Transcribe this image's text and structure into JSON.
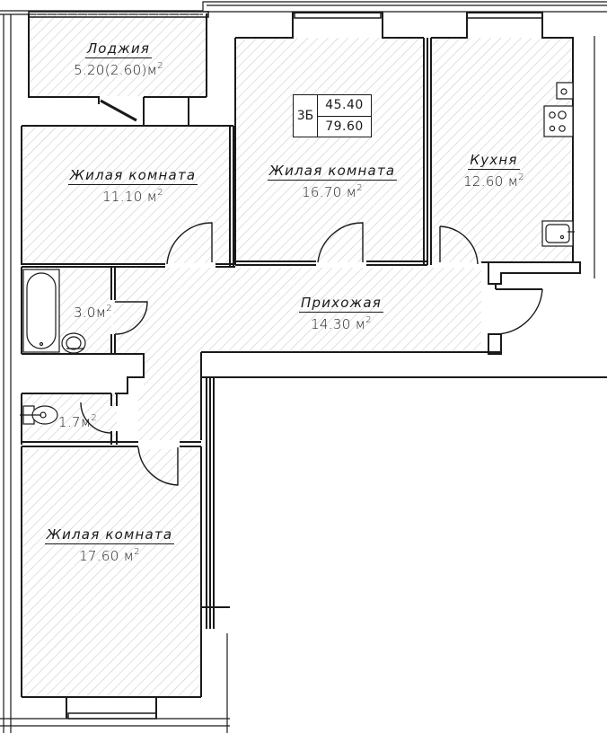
{
  "plan": {
    "apartment_type": "3Б",
    "living_area": "45.40",
    "total_area": "79.60",
    "hatch_color": "#c8c8c8",
    "wall_color": "#1a1a1a",
    "area_unit": "м",
    "area_exponent": "2"
  },
  "rooms": [
    {
      "id": "loggia",
      "name": "Лоджия",
      "area": "5.20(2.60)м",
      "sup": "2"
    },
    {
      "id": "living-room-1",
      "name": "Жилая комната",
      "area": "11.10 м",
      "sup": "2"
    },
    {
      "id": "living-room-2",
      "name": "Жилая комната",
      "area": "16.70 м",
      "sup": "2"
    },
    {
      "id": "kitchen",
      "name": "Кухня",
      "area": "12.60 м",
      "sup": "2"
    },
    {
      "id": "hallway",
      "name": "Прихожая",
      "area": "14.30 м",
      "sup": "2"
    },
    {
      "id": "bathroom",
      "name": "",
      "area": "3.0м",
      "sup": "2"
    },
    {
      "id": "toilet",
      "name": "",
      "area": "1.7м",
      "sup": "2"
    },
    {
      "id": "living-room-3",
      "name": "Жилая комната",
      "area": "17.60 м",
      "sup": "2"
    }
  ],
  "fixtures": [
    {
      "id": "bathtub",
      "room": "bathroom"
    },
    {
      "id": "washbasin",
      "room": "bathroom"
    },
    {
      "id": "toilet-bowl",
      "room": "toilet"
    },
    {
      "id": "stove",
      "room": "kitchen"
    },
    {
      "id": "kitchen-sink",
      "room": "kitchen"
    },
    {
      "id": "kitchen-tap",
      "room": "kitchen"
    }
  ]
}
